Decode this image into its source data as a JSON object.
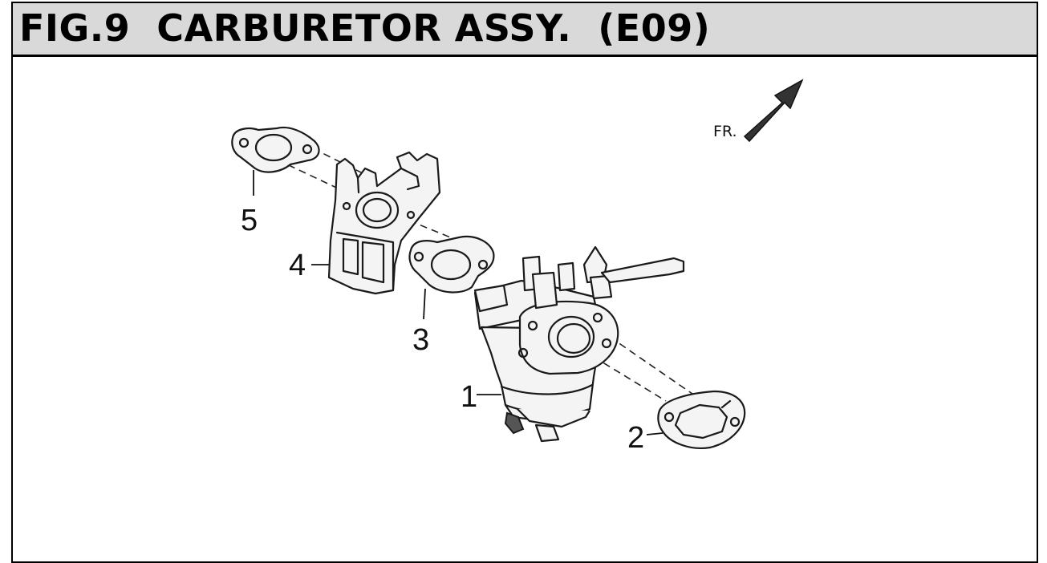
{
  "header": {
    "title": "FIG.9  CARBURETOR ASSY.  (E09)"
  },
  "diagram": {
    "direction_label": "FR.",
    "callouts": [
      "1",
      "2",
      "3",
      "4",
      "5"
    ]
  },
  "colors": {
    "header_background": "#d9d9d9",
    "line": "#1a1a1a",
    "background": "#ffffff"
  }
}
